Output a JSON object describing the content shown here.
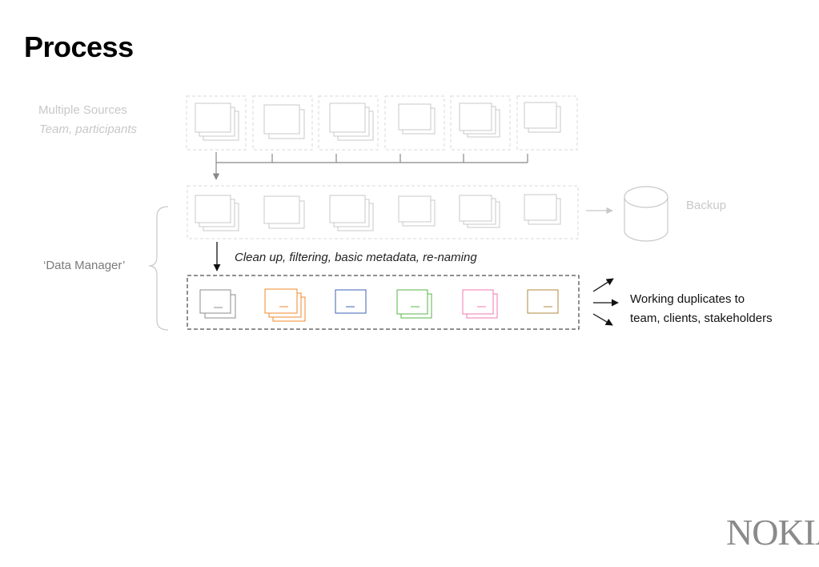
{
  "title": "Process",
  "sources": {
    "label": "Multiple Sources",
    "sublabel": "Team, participants"
  },
  "role": "‘Data Manager’",
  "step_note": "Clean up, filtering, basic metadata, re-naming",
  "backup_label": "Backup",
  "output": {
    "line1": "Working duplicates to",
    "line2": "team, clients, stakeholders"
  },
  "brand": "NOKIA",
  "colors": {
    "light_gray": "#c8c8c8",
    "connector_gray": "#888888",
    "dark": "#111111",
    "set_colors": [
      "#8c8c8c",
      "#f08a2c",
      "#3f63b5",
      "#5ab54a",
      "#f07ab0",
      "#b08a40"
    ]
  }
}
